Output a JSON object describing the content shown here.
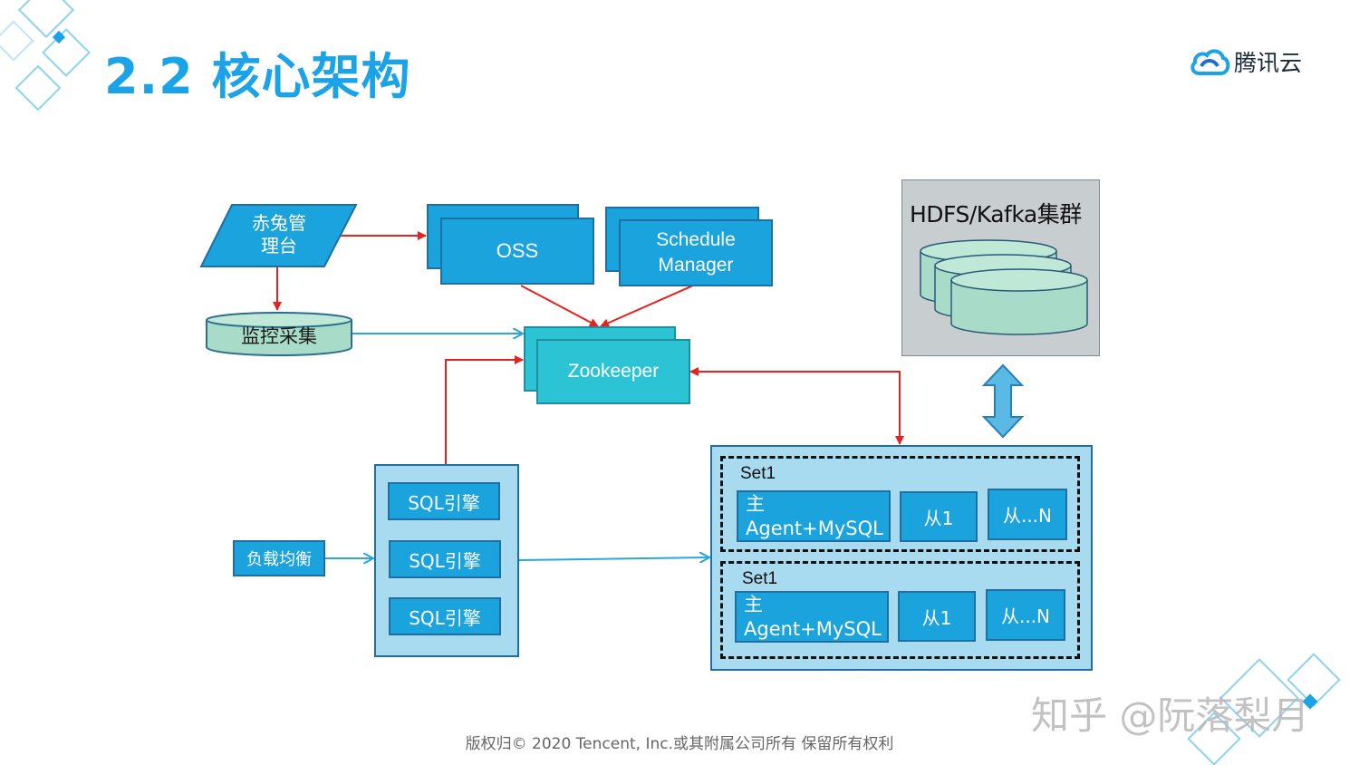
{
  "header": {
    "title": "2.2 核心架构",
    "logo_text": "腾讯云"
  },
  "nodes": {
    "mgmt": "赤兔管\n理台",
    "monitor": "监控采集",
    "oss": "OSS",
    "schedule": "Schedule\nManager",
    "zookeeper": "Zookeeper",
    "hdfs": "HDFS/Kafka集群",
    "lb": "负载均衡",
    "sql_engines": [
      "SQL引擎",
      "SQL引擎",
      "SQL引擎"
    ],
    "sets": [
      {
        "label": "Set1",
        "master": "主\nAgent+MySQL",
        "slave1": "从1",
        "slaveN": "从...N"
      },
      {
        "label": "Set1",
        "master": "主\nAgent+MySQL",
        "slave1": "从1",
        "slaveN": "从...N"
      }
    ]
  },
  "footer": {
    "copyright": "版权归© 2020 Tencent, Inc.或其附属公司所有 保留所有权利"
  },
  "watermark": "知乎 @阮落梨月",
  "colors": {
    "title": "#1aa3e8",
    "box_blue": "#1aa3dc",
    "box_teal": "#2cc4d4",
    "cylinder": "#a8dcc8",
    "panel": "#a8daf0",
    "arrow_red": "#e8211e",
    "arrow_blue": "#2aa6dc"
  }
}
